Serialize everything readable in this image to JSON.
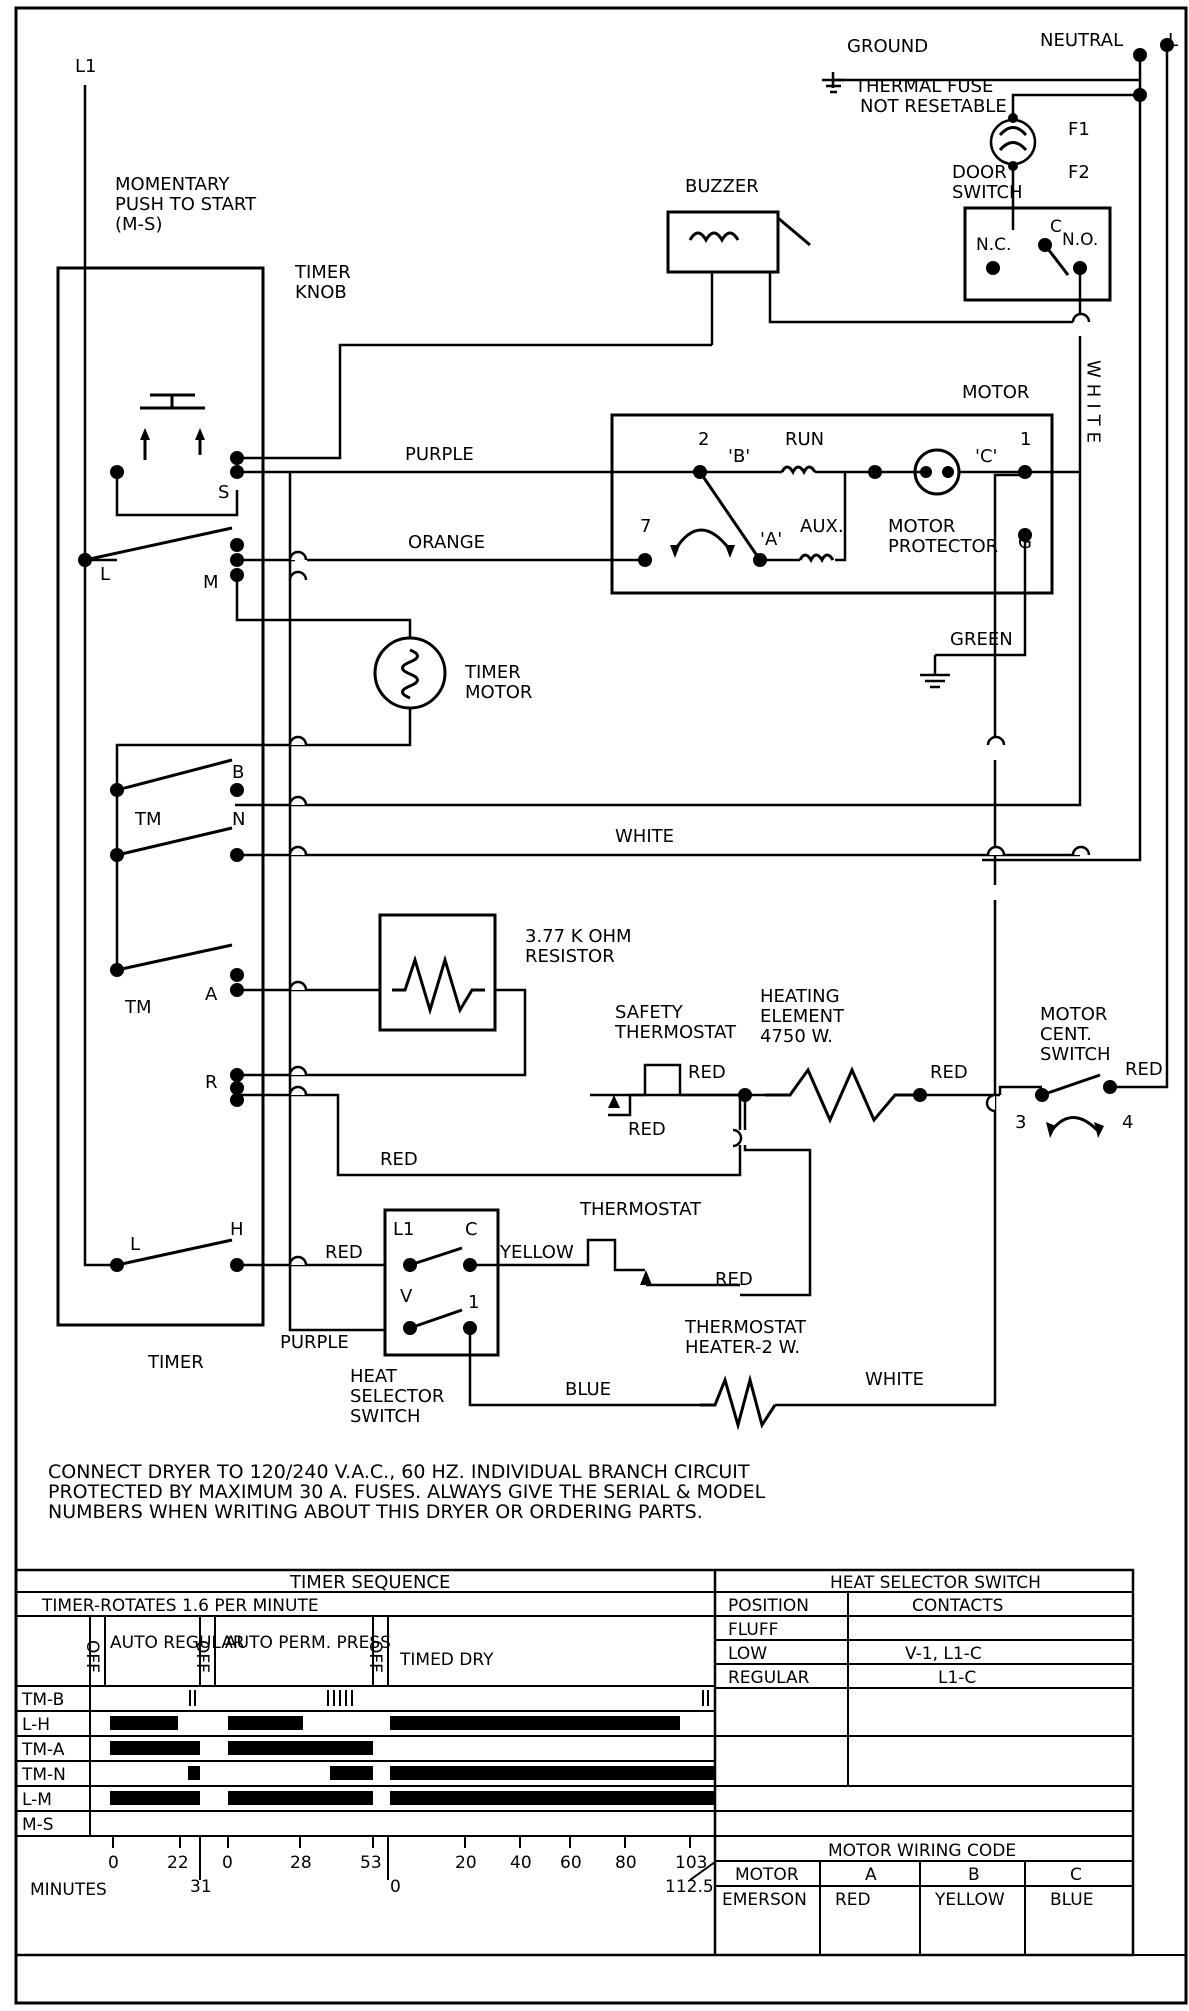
{
  "labels": {
    "l1": "L1",
    "ground": "GROUND",
    "neutral": "NEUTRAL",
    "l_edge": "L",
    "thermal_fuse_1": "THERMAL FUSE",
    "thermal_fuse_2": "NOT RESETABLE",
    "f1": "F1",
    "f2": "F2",
    "door_switch_1": "DOOR",
    "door_switch_2": "SWITCH",
    "nc": "N.C.",
    "c": "C",
    "no": "N.O.",
    "momentary_1": "MOMENTARY",
    "momentary_2": "PUSH TO START",
    "momentary_3": "(M-S)",
    "buzzer": "BUZZER",
    "timer_knob_1": "TIMER",
    "timer_knob_2": "KNOB",
    "motor": "MOTOR",
    "white_v": "WHITE",
    "purple": "PURPLE",
    "orange": "ORANGE",
    "term_2": "2",
    "term_b": "'B'",
    "run": "RUN",
    "term_c": "'C'",
    "term_1": "1",
    "term_7": "7",
    "term_a": "'A'",
    "aux": "AUX.",
    "motor_protector_1": "MOTOR",
    "motor_protector_2": "PROTECTOR",
    "term_g": "G",
    "green": "GREEN",
    "timer_motor_1": "TIMER",
    "timer_motor_2": "MOTOR",
    "s": "S",
    "l": "L",
    "m": "M",
    "b": "B",
    "tm": "TM",
    "n": "N",
    "a": "A",
    "r": "R",
    "h": "H",
    "white": "WHITE",
    "resistor_1": "3.77 K OHM",
    "resistor_2": "RESISTOR",
    "safety_thermostat_1": "SAFETY",
    "safety_thermostat_2": "THERMOSTAT",
    "heating_1": "HEATING",
    "heating_2": "ELEMENT",
    "heating_3": "4750 W.",
    "red": "RED",
    "motor_cent_1": "MOTOR",
    "motor_cent_2": "CENT.",
    "motor_cent_3": "SWITCH",
    "term_3": "3",
    "term_4": "4",
    "thermostat": "THERMOSTAT",
    "yellow": "YELLOW",
    "hs_l1": "L1",
    "hs_c": "C",
    "hs_v": "V",
    "hs_1": "1",
    "thermostat_heater_1": "THERMOSTAT",
    "thermostat_heater_2": "HEATER-2 W.",
    "blue": "BLUE",
    "timer": "TIMER",
    "heat_selector_1": "HEAT",
    "heat_selector_2": "SELECTOR",
    "heat_selector_3": "SWITCH"
  },
  "note": [
    "CONNECT DRYER TO 120/240 V.A.C., 60 HZ. INDIVIDUAL BRANCH CIRCUIT",
    "PROTECTED BY MAXIMUM 30 A. FUSES. ALWAYS GIVE THE SERIAL & MODEL",
    "NUMBERS WHEN WRITING ABOUT THIS DRYER OR ORDERING PARTS."
  ],
  "timer_sequence": {
    "title": "TIMER SEQUENCE",
    "subtitle": "TIMER-ROTATES 1.6 PER MINUTE",
    "off": "OFF",
    "cycles": [
      "AUTO REGULAR",
      "AUTO PERM. PRESS",
      "TIMED DRY"
    ],
    "rows": [
      "TM-B",
      "L-H",
      "TM-A",
      "TM-N",
      "L-M",
      "M-S"
    ],
    "ticks_top": [
      "0",
      "22",
      "0",
      "28",
      "53",
      "20",
      "40",
      "60",
      "80",
      "103"
    ],
    "ticks_bottom": [
      "31",
      "0",
      "112.5"
    ],
    "minutes": "MINUTES"
  },
  "heat_selector_table": {
    "title": "HEAT SELECTOR SWITCH",
    "headers": [
      "POSITION",
      "CONTACTS"
    ],
    "rows": [
      [
        "FLUFF",
        ""
      ],
      [
        "LOW",
        "V-1, L1-C"
      ],
      [
        "REGULAR",
        "L1-C"
      ]
    ]
  },
  "motor_wiring_table": {
    "title": "MOTOR WIRING CODE",
    "headers": [
      "MOTOR",
      "A",
      "B",
      "C"
    ],
    "rows": [
      [
        "EMERSON",
        "RED",
        "YELLOW",
        "BLUE"
      ]
    ]
  }
}
